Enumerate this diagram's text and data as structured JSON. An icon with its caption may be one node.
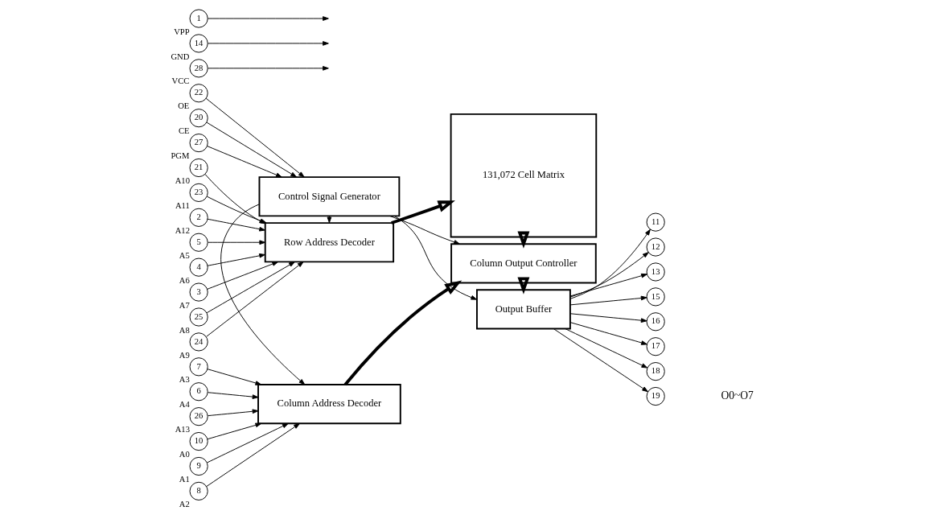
{
  "diagram": {
    "nodes": [
      {
        "text": [
          "Row Address Decoder"
        ]
      },
      {
        "text": [
          "131,072 Cell Matrix"
        ]
      },
      {
        "text": [
          "Column Address Decoder"
        ]
      },
      {
        "text": [
          "Column Output Controller"
        ]
      },
      {
        "text": [
          "Control Signal Generator"
        ]
      },
      {
        "text": [
          "Output Buffer"
        ]
      },
      {
        "text": [
          "5"
        ],
        "beside": [
          "A5"
        ]
      },
      {
        "text": [
          "4"
        ],
        "beside": [
          "A6"
        ]
      },
      {
        "text": [
          "3"
        ],
        "beside": [
          "A7"
        ]
      },
      {
        "text": [
          "25"
        ],
        "beside": [
          "A8"
        ]
      },
      {
        "text": [
          "24"
        ],
        "beside": [
          "A9"
        ]
      },
      {
        "text": [
          "21"
        ],
        "beside": [
          "A10"
        ]
      },
      {
        "text": [
          "23"
        ],
        "beside": [
          "A11"
        ]
      },
      {
        "text": [
          "2"
        ],
        "beside": [
          "A12"
        ]
      },
      {
        "text": [
          "10"
        ],
        "beside": [
          "A0"
        ]
      },
      {
        "text": [
          "9"
        ],
        "beside": [
          "A1"
        ]
      },
      {
        "text": [
          "8"
        ],
        "beside": [
          "A2"
        ]
      },
      {
        "text": [
          "7"
        ],
        "beside": [
          "A3"
        ]
      },
      {
        "text": [
          "6"
        ],
        "beside": [
          "A4"
        ]
      },
      {
        "text": [
          "26"
        ],
        "beside": [
          "A13"
        ]
      },
      {
        "text": [
          "22"
        ],
        "beside": [
          "OE"
        ]
      },
      {
        "text": [
          "20"
        ],
        "beside": [
          "CE"
        ]
      },
      {
        "text": [
          "27"
        ],
        "beside": [
          "PGM"
        ]
      },
      {
        "text": [
          "28"
        ],
        "beside": [
          "VCC"
        ]
      },
      {
        "text": [
          "14"
        ],
        "beside": [
          "GND"
        ]
      },
      {
        "text": [
          "1"
        ],
        "beside": [
          "VPP"
        ]
      },
      {
        "text": [
          "11"
        ]
      },
      {
        "text": [
          "12"
        ]
      },
      {
        "text": [
          "13"
        ]
      },
      {
        "text": [
          "15"
        ]
      },
      {
        "text": [
          "16"
        ]
      },
      {
        "text": [
          "17"
        ]
      },
      {
        "text": [
          "18"
        ]
      },
      {
        "text": [
          "19"
        ]
      }
    ],
    "edges": [
      {
        "from": 6,
        "to": 0,
        "arrow": "to"
      },
      {
        "from": 7,
        "to": 0,
        "arrow": "to"
      },
      {
        "from": 8,
        "to": 0,
        "arrow": "to"
      },
      {
        "from": 9,
        "to": 0,
        "arrow": "to"
      },
      {
        "from": 10,
        "to": 0,
        "arrow": "to"
      },
      {
        "from": 11,
        "to": 0,
        "arrow": "to"
      },
      {
        "from": 12,
        "to": 0,
        "arrow": "to"
      },
      {
        "from": 13,
        "to": 0,
        "arrow": "to"
      },
      {
        "from": 14,
        "to": 2,
        "arrow": "to"
      },
      {
        "from": 15,
        "to": 2,
        "arrow": "to"
      },
      {
        "from": 16,
        "to": 2,
        "arrow": "to"
      },
      {
        "from": 17,
        "to": 2,
        "arrow": "to"
      },
      {
        "from": 18,
        "to": 2,
        "arrow": "to"
      },
      {
        "from": 19,
        "to": 2,
        "arrow": "to"
      },
      {
        "from": 20,
        "to": 4,
        "arrow": "to"
      },
      {
        "from": 21,
        "to": 4,
        "arrow": "to"
      },
      {
        "from": 22,
        "to": 4,
        "arrow": "to"
      },
      {
        "from": 0,
        "to": 1,
        "arrow": "to",
        "style": "thick"
      },
      {
        "from": 2,
        "to": 3,
        "arrow": "to",
        "style": "thick"
      },
      {
        "from": 1,
        "to": 3,
        "arrow": "to",
        "style": "thick"
      },
      {
        "from": 3,
        "to": 5,
        "arrow": "to",
        "style": "thick"
      },
      {
        "from": 4,
        "to": 0,
        "arrow": "to"
      },
      {
        "from": 4,
        "to": 3,
        "arrow": "to"
      },
      {
        "from": 4,
        "to": 2,
        "arrow": "to"
      },
      {
        "from": 4,
        "to": 5,
        "arrow": "to"
      },
      {
        "from": 5,
        "to": 26,
        "arrow": "to"
      },
      {
        "from": 5,
        "to": 27,
        "arrow": "to"
      },
      {
        "from": 5,
        "to": 28,
        "arrow": "to"
      },
      {
        "from": 5,
        "to": 29,
        "arrow": "to"
      },
      {
        "from": 5,
        "to": 30,
        "arrow": "to"
      },
      {
        "from": 5,
        "to": 31,
        "arrow": "to"
      },
      {
        "from": 5,
        "to": 32,
        "arrow": "to"
      },
      {
        "from": 5,
        "to": 33,
        "arrow": "to"
      },
      {
        "from": 23,
        "to": null,
        "arrow": "to"
      },
      {
        "from": 24,
        "to": null,
        "arrow": "to"
      },
      {
        "from": 25,
        "to": null,
        "arrow": "to"
      }
    ],
    "labels": [
      "O0~O7"
    ]
  }
}
